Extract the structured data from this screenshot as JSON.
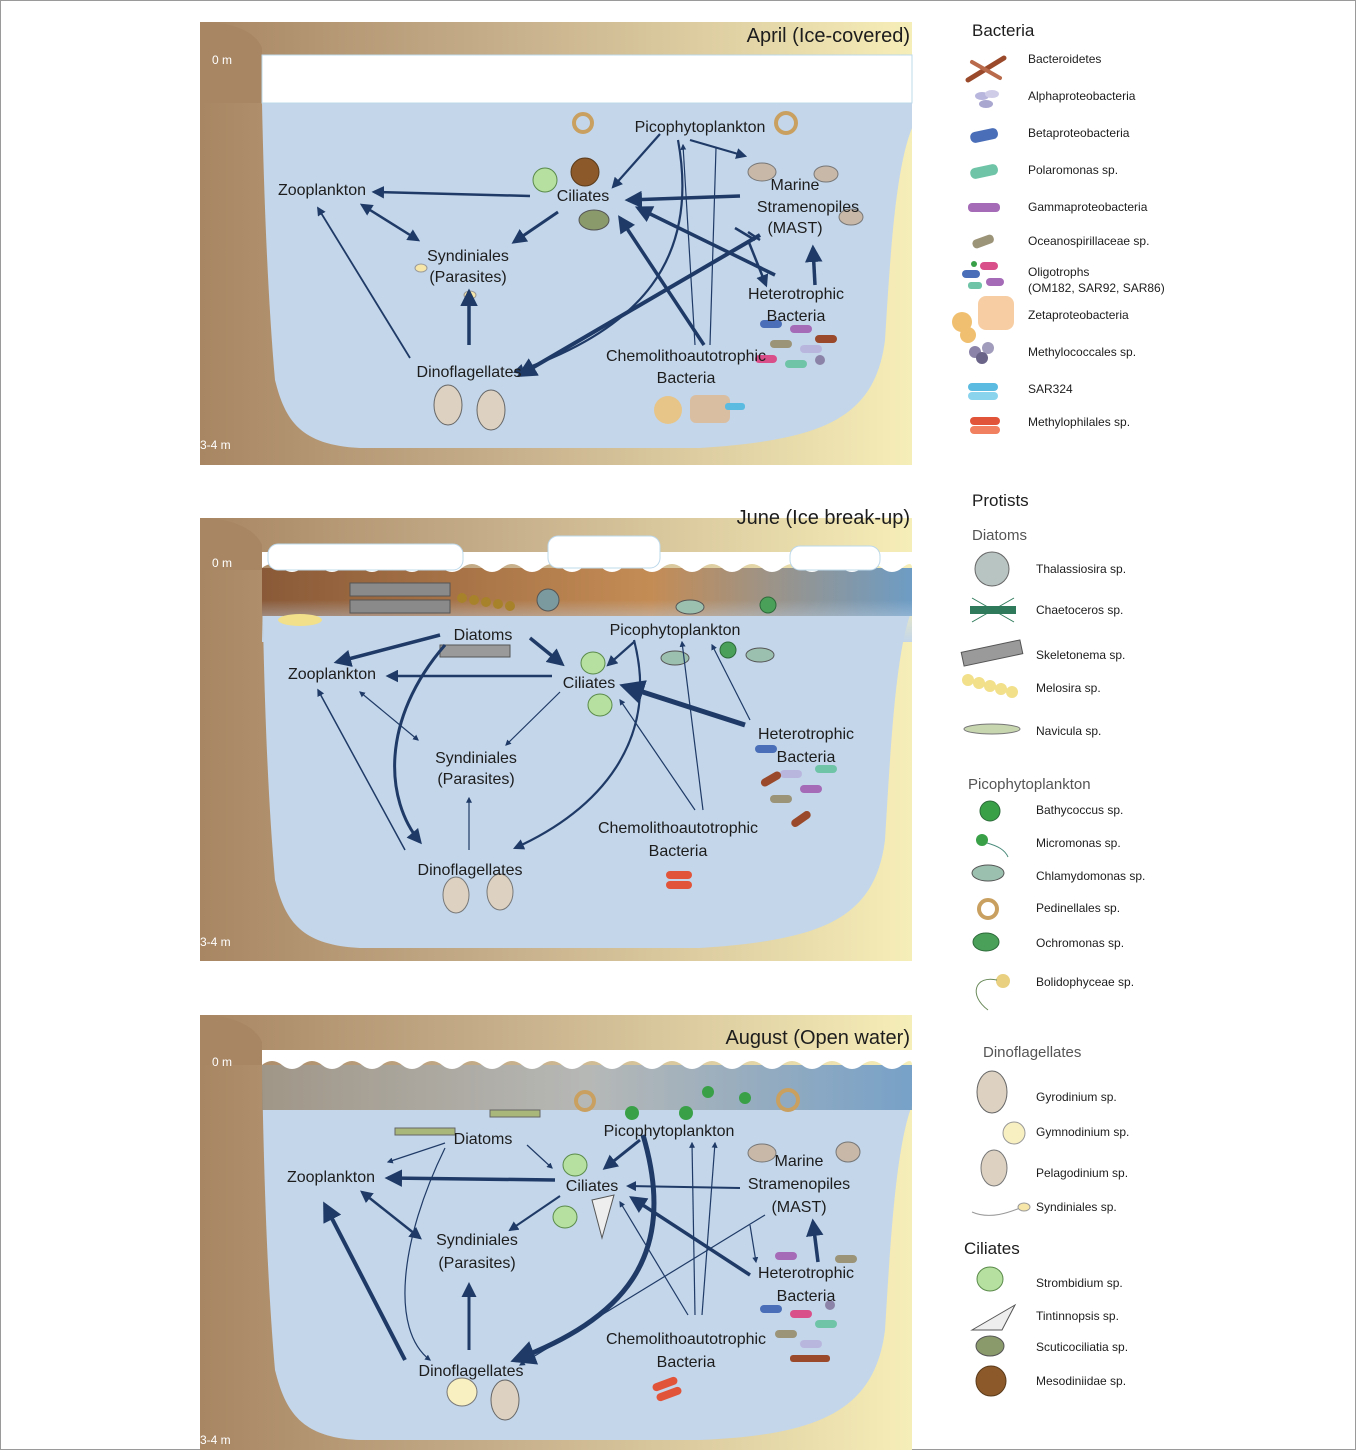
{
  "panels": [
    {
      "title": "April  (Ice-covered)",
      "depth_top": "0 m",
      "depth_bottom": "3-4 m",
      "labels": {
        "zoo": "Zooplankton",
        "cil": "Ciliates",
        "syn1": "Syndiniales",
        "syn2": "(Parasites)",
        "pico": "Picophytoplankton",
        "mast1": "Marine",
        "mast2": "Stramenopiles",
        "mast3": "(MAST)",
        "het1": "Heterotrophic",
        "het2": "Bacteria",
        "chem1": "Chemolithoautotrophic",
        "chem2": "Bacteria",
        "dino": "Dinoflagellates"
      }
    },
    {
      "title": "June  (Ice break-up)",
      "depth_top": "0 m",
      "depth_bottom": "3-4 m",
      "labels": {
        "diat": "Diatoms",
        "zoo": "Zooplankton",
        "cil": "Ciliates",
        "pico": "Picophytoplankton",
        "syn1": "Syndiniales",
        "syn2": "(Parasites)",
        "het1": "Heterotrophic",
        "het2": "Bacteria",
        "chem1": "Chemolithoautotrophic",
        "chem2": "Bacteria",
        "dino": "Dinoflagellates"
      }
    },
    {
      "title": "August (Open water)",
      "depth_top": "0 m",
      "depth_bottom": "3-4 m",
      "labels": {
        "diat": "Diatoms",
        "pico": "Picophytoplankton",
        "zoo": "Zooplankton",
        "cil": "Ciliates",
        "mast1": "Marine",
        "mast2": "Stramenopiles",
        "mast3": "(MAST)",
        "syn1": "Syndiniales",
        "syn2": "(Parasites)",
        "het1": "Heterotrophic",
        "het2": "Bacteria",
        "chem1": "Chemolithoautotrophic",
        "chem2": "Bacteria",
        "dino": "Dinoflagellates"
      }
    }
  ],
  "legend": {
    "bacteria_heading": "Bacteria",
    "bacteria": [
      {
        "name": "Bacteroidetes",
        "color": "#9a4a2a"
      },
      {
        "name": "Alphaproteobacteria",
        "color": "#b9b6de"
      },
      {
        "name": "Betaproteobacteria",
        "color": "#4a6fb8"
      },
      {
        "name": "Polaromonas sp.",
        "color": "#6fc4a8"
      },
      {
        "name": "Gammaproteobacteria",
        "color": "#a56bb7"
      },
      {
        "name": "Oceanospirillaceae sp.",
        "color": "#9c9478"
      },
      {
        "name": "Oligotrophs",
        "sub": "(OM182, SAR92, SAR86)",
        "color": "#d94f8a"
      },
      {
        "name": "Zetaproteobacteria",
        "color": "#f0a55a"
      },
      {
        "name": "Methylococcales sp.",
        "color": "#8c84a8"
      },
      {
        "name": "SAR324",
        "color": "#5bbbe0"
      },
      {
        "name": "Methylophilales sp.",
        "color": "#e2543a"
      }
    ],
    "protists_heading": "Protists",
    "diatoms_heading": "Diatoms",
    "diatoms": [
      "Thalassiosira sp.",
      "Chaetoceros sp.",
      "Skeletonema sp.",
      "Melosira sp.",
      "Navicula sp."
    ],
    "pico_heading": "Picophytoplankton",
    "pico": [
      "Bathycoccus sp.",
      "Micromonas sp.",
      "Chlamydomonas sp.",
      "Pedinellales sp.",
      "Ochromonas sp.",
      "Bolidophyceae sp."
    ],
    "dino_heading": "Dinoflagellates",
    "dino": [
      "Gyrodinium sp.",
      "Gymnodinium sp.",
      "Pelagodinium sp.",
      "Syndiniales sp."
    ],
    "cil_heading": "Ciliates",
    "cil": [
      "Strombidium sp.",
      "Tintinnopsis sp.",
      "Scuticociliatia sp.",
      "Mesodiniidae sp."
    ]
  },
  "colors": {
    "water": "#c3d6ea",
    "shore": "#a88865",
    "sand": "#f6ecb0",
    "ice": "#ffffff",
    "arrow": "#1f3a66"
  }
}
